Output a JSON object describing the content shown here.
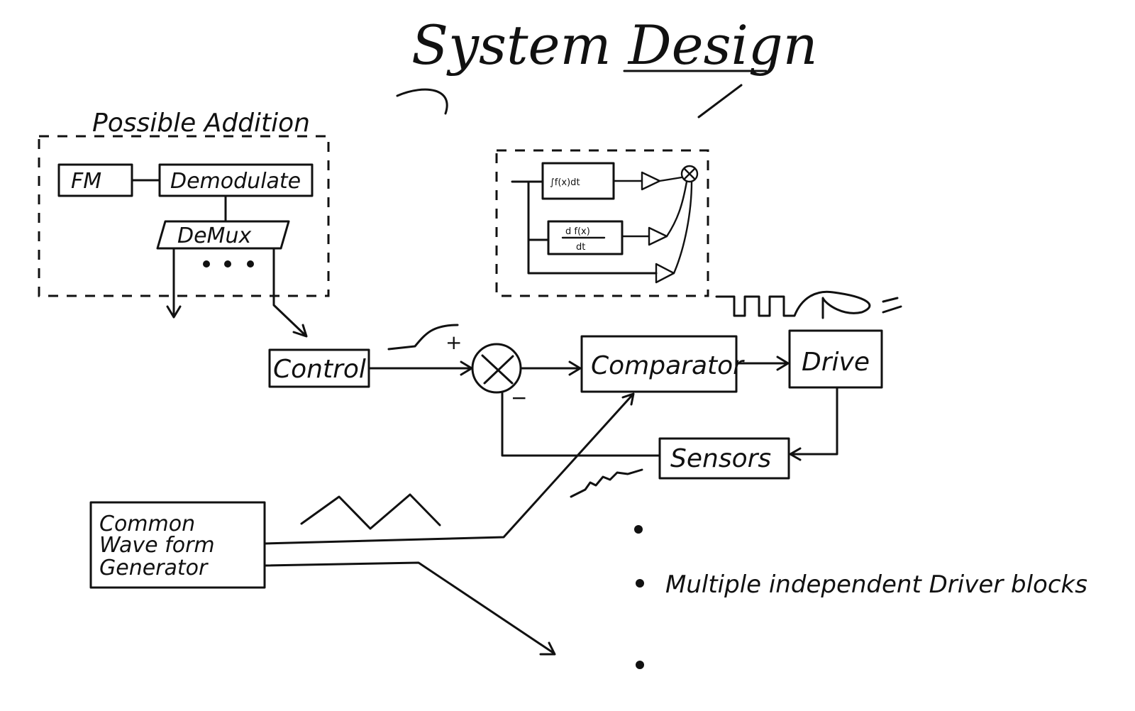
{
  "title": "System Design",
  "possible_addition": {
    "heading": "Possible Addition",
    "fm": "FM",
    "demodulate": "Demodulate",
    "demux": "DeMux"
  },
  "pid": {
    "integral": "∫f(x)dt",
    "derivative_num": "d f(x)",
    "derivative_den": "dt"
  },
  "main": {
    "control": "Control",
    "comparator": "Comparator",
    "drive": "Drive",
    "sensors": "Sensors",
    "plus": "+",
    "minus": "−"
  },
  "generator": {
    "line1": "Common",
    "line2": "Wave form",
    "line3": "Generator"
  },
  "notes": {
    "bullet1": "",
    "bullet2": "Multiple independent Driver blocks",
    "bullet3": ""
  }
}
